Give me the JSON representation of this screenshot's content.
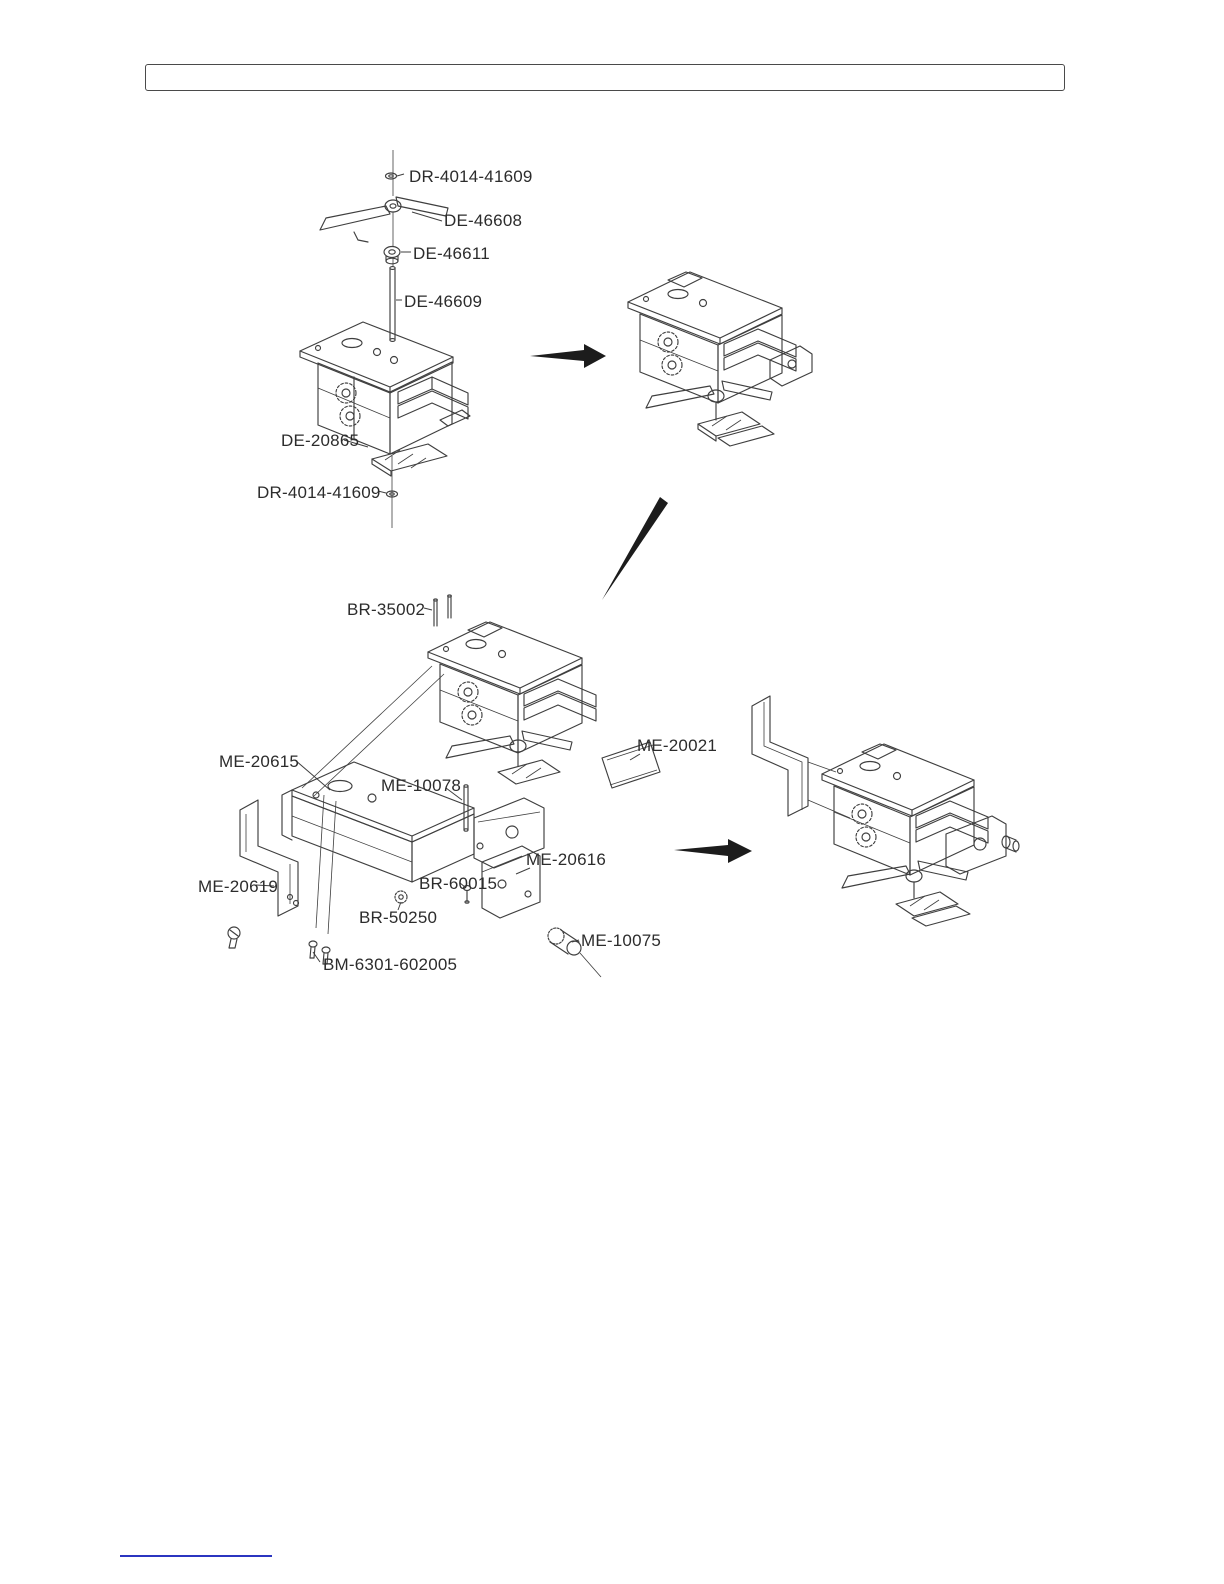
{
  "page": {
    "background": "#ffffff",
    "kind": "exploded-parts-diagram"
  },
  "diagram": {
    "colors": {
      "line": "#3f3f3f",
      "label_text": "#2c2c2c",
      "arrow_fill": "#1c1c1c",
      "footer_rule": "#2b35c0"
    },
    "labels": [
      {
        "id": "dr-4014-41609-top",
        "text": "DR-4014-41609"
      },
      {
        "id": "de-46608",
        "text": "DE-46608"
      },
      {
        "id": "de-46611",
        "text": "DE-46611"
      },
      {
        "id": "de-46609",
        "text": "DE-46609"
      },
      {
        "id": "de-20865",
        "text": "DE-20865"
      },
      {
        "id": "dr-4014-41609-bottom",
        "text": "DR-4014-41609"
      },
      {
        "id": "br-35002",
        "text": "BR-35002"
      },
      {
        "id": "me-20615",
        "text": "ME-20615"
      },
      {
        "id": "me-10078",
        "text": "ME-10078"
      },
      {
        "id": "me-20021",
        "text": "ME-20021"
      },
      {
        "id": "me-20616",
        "text": "ME-20616"
      },
      {
        "id": "me-20619",
        "text": "ME-20619"
      },
      {
        "id": "br-60015",
        "text": "BR-60015"
      },
      {
        "id": "br-50250",
        "text": "BR-50250"
      },
      {
        "id": "bm-6301-602005",
        "text": "BM-6301-602005"
      },
      {
        "id": "me-10075",
        "text": "ME-10075"
      }
    ]
  }
}
